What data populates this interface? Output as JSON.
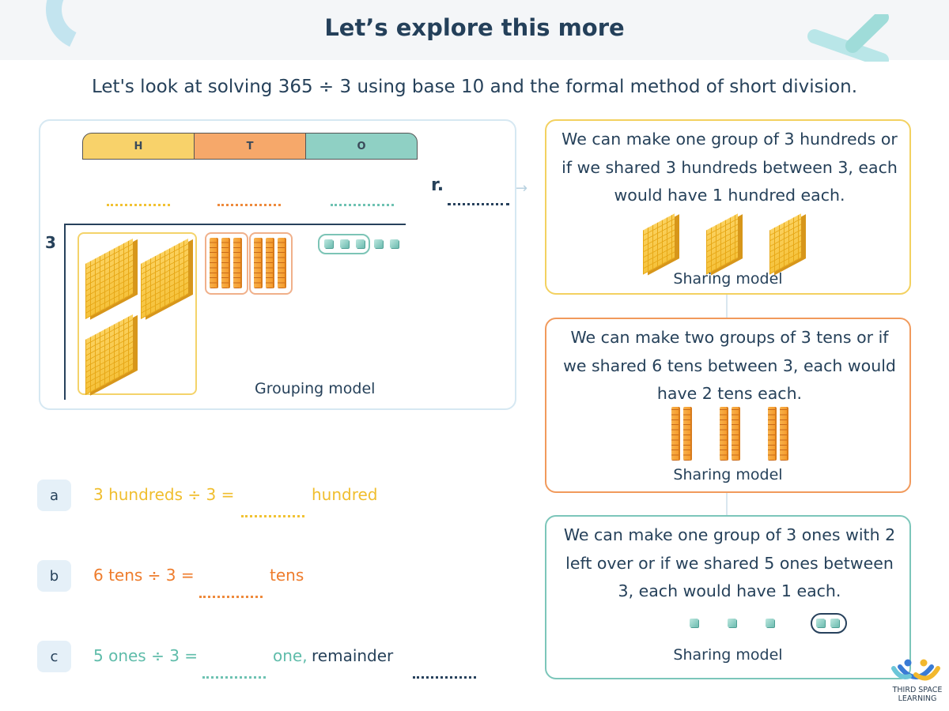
{
  "header": {
    "title": "Let’s explore this more"
  },
  "intro": "Let's look at solving 365 ÷ 3 using base 10 and the formal method of short division.",
  "place_value": {
    "h": "H",
    "t": "T",
    "o": "O"
  },
  "division": {
    "remainder_label": "r.",
    "divisor": "3"
  },
  "grouping_label": "Grouping model",
  "cards": [
    {
      "text": "We can make one group of 3 hundreds or if we shared 3 hundreds between 3, each would have 1 hundred each.",
      "label": "Sharing model"
    },
    {
      "text": "We can make two groups of 3 tens or if we shared 6 tens between 3, each would have 2 tens each.",
      "label": "Sharing model"
    },
    {
      "text": "We can make one group of 3 ones with 2 left over or if we shared 5 ones between 3, each would have 1 each.",
      "label": "Sharing model"
    }
  ],
  "questions": [
    {
      "letter": "a",
      "prompt": "3 hundreds ÷ 3 =",
      "unit": "hundred"
    },
    {
      "letter": "b",
      "prompt": "6 tens ÷ 3 =",
      "unit": "tens"
    },
    {
      "letter": "c",
      "prompt": "5 ones ÷ 3 =",
      "unit": "one,",
      "unit2": "remainder"
    }
  ],
  "logo": {
    "line1": "THIRD SPACE",
    "line2": "LEARNING"
  },
  "colors": {
    "hundreds": "#f0be2e",
    "tens": "#ee7c2c",
    "ones": "#5fbcaa",
    "navy": "#26415a"
  }
}
